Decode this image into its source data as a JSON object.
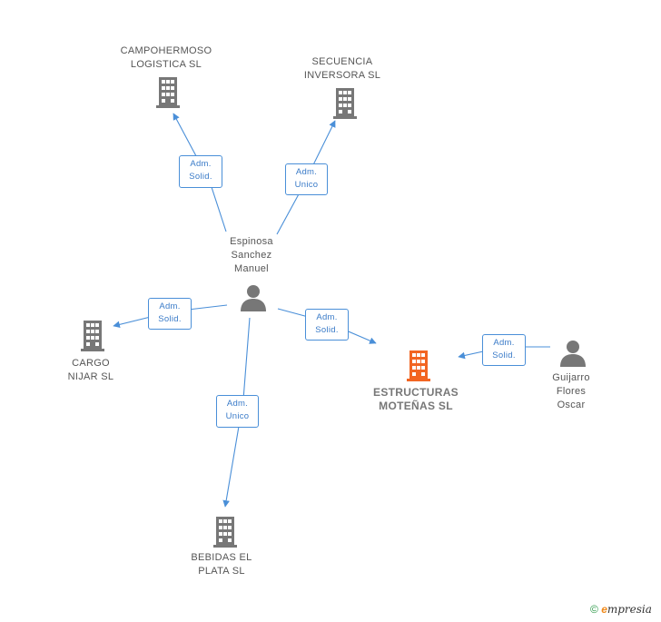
{
  "colors": {
    "edge": "#4a8fd8",
    "building": "#777777",
    "focus_building": "#f26522",
    "person": "#777777"
  },
  "nodes": {
    "campohermoso": {
      "label": "CAMPOHERMOSO\nLOGISTICA SL",
      "icon": "building-icon"
    },
    "secuencia": {
      "label": "SECUENCIA\nINVERSORA SL",
      "icon": "building-icon"
    },
    "espinosa": {
      "label": "Espinosa\nSanchez\nManuel",
      "icon": "person-icon"
    },
    "cargo": {
      "label": "CARGO\nNIJAR SL",
      "icon": "building-icon"
    },
    "estructuras": {
      "label": "ESTRUCTURAS\nMOTEÑAS SL",
      "icon": "building-icon"
    },
    "guijarro": {
      "label": "Guijarro\nFlores\nOscar",
      "icon": "person-icon"
    },
    "bebidas": {
      "label": "BEBIDAS EL\nPLATA SL",
      "icon": "building-icon"
    }
  },
  "edges": [
    {
      "from": "espinosa",
      "to": "campohermoso",
      "role": "Adm.\nSolid."
    },
    {
      "from": "espinosa",
      "to": "secuencia",
      "role": "Adm.\nUnico"
    },
    {
      "from": "espinosa",
      "to": "cargo",
      "role": "Adm.\nSolid."
    },
    {
      "from": "espinosa",
      "to": "estructuras",
      "role": "Adm.\nSolid."
    },
    {
      "from": "guijarro",
      "to": "estructuras",
      "role": "Adm.\nSolid."
    },
    {
      "from": "espinosa",
      "to": "bebidas",
      "role": "Adm.\nUnico"
    }
  ],
  "footer": {
    "copyright": "©",
    "brand_e": "e",
    "brand_rest": "mpresia"
  }
}
